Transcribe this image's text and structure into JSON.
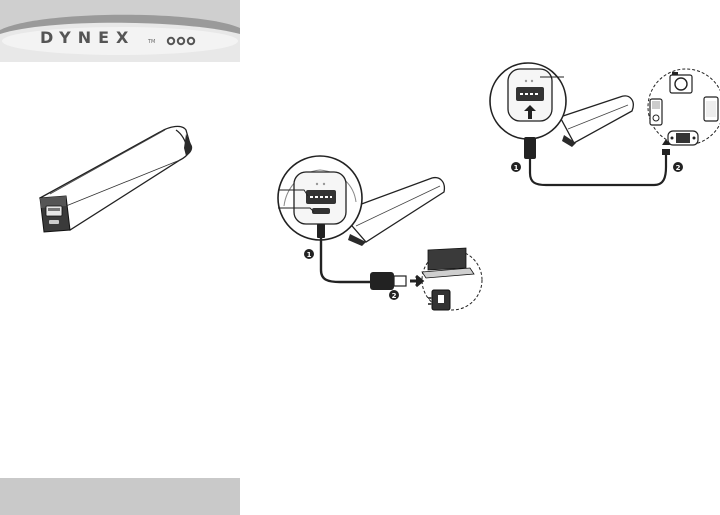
{
  "brand": {
    "logo_text": "DYNEX",
    "trademark": "TM"
  },
  "diagram1": {
    "step1": "1",
    "step2": "2"
  },
  "diagram2": {
    "step1": "1",
    "step2": "2"
  },
  "icons": {
    "product": "power-bank-product-icon",
    "laptop": "laptop-icon",
    "wall_adapter": "usb-wall-adapter-icon",
    "camera": "camera-icon",
    "music_player": "music-player-icon",
    "phone": "smartphone-icon",
    "game": "handheld-game-console-icon"
  }
}
